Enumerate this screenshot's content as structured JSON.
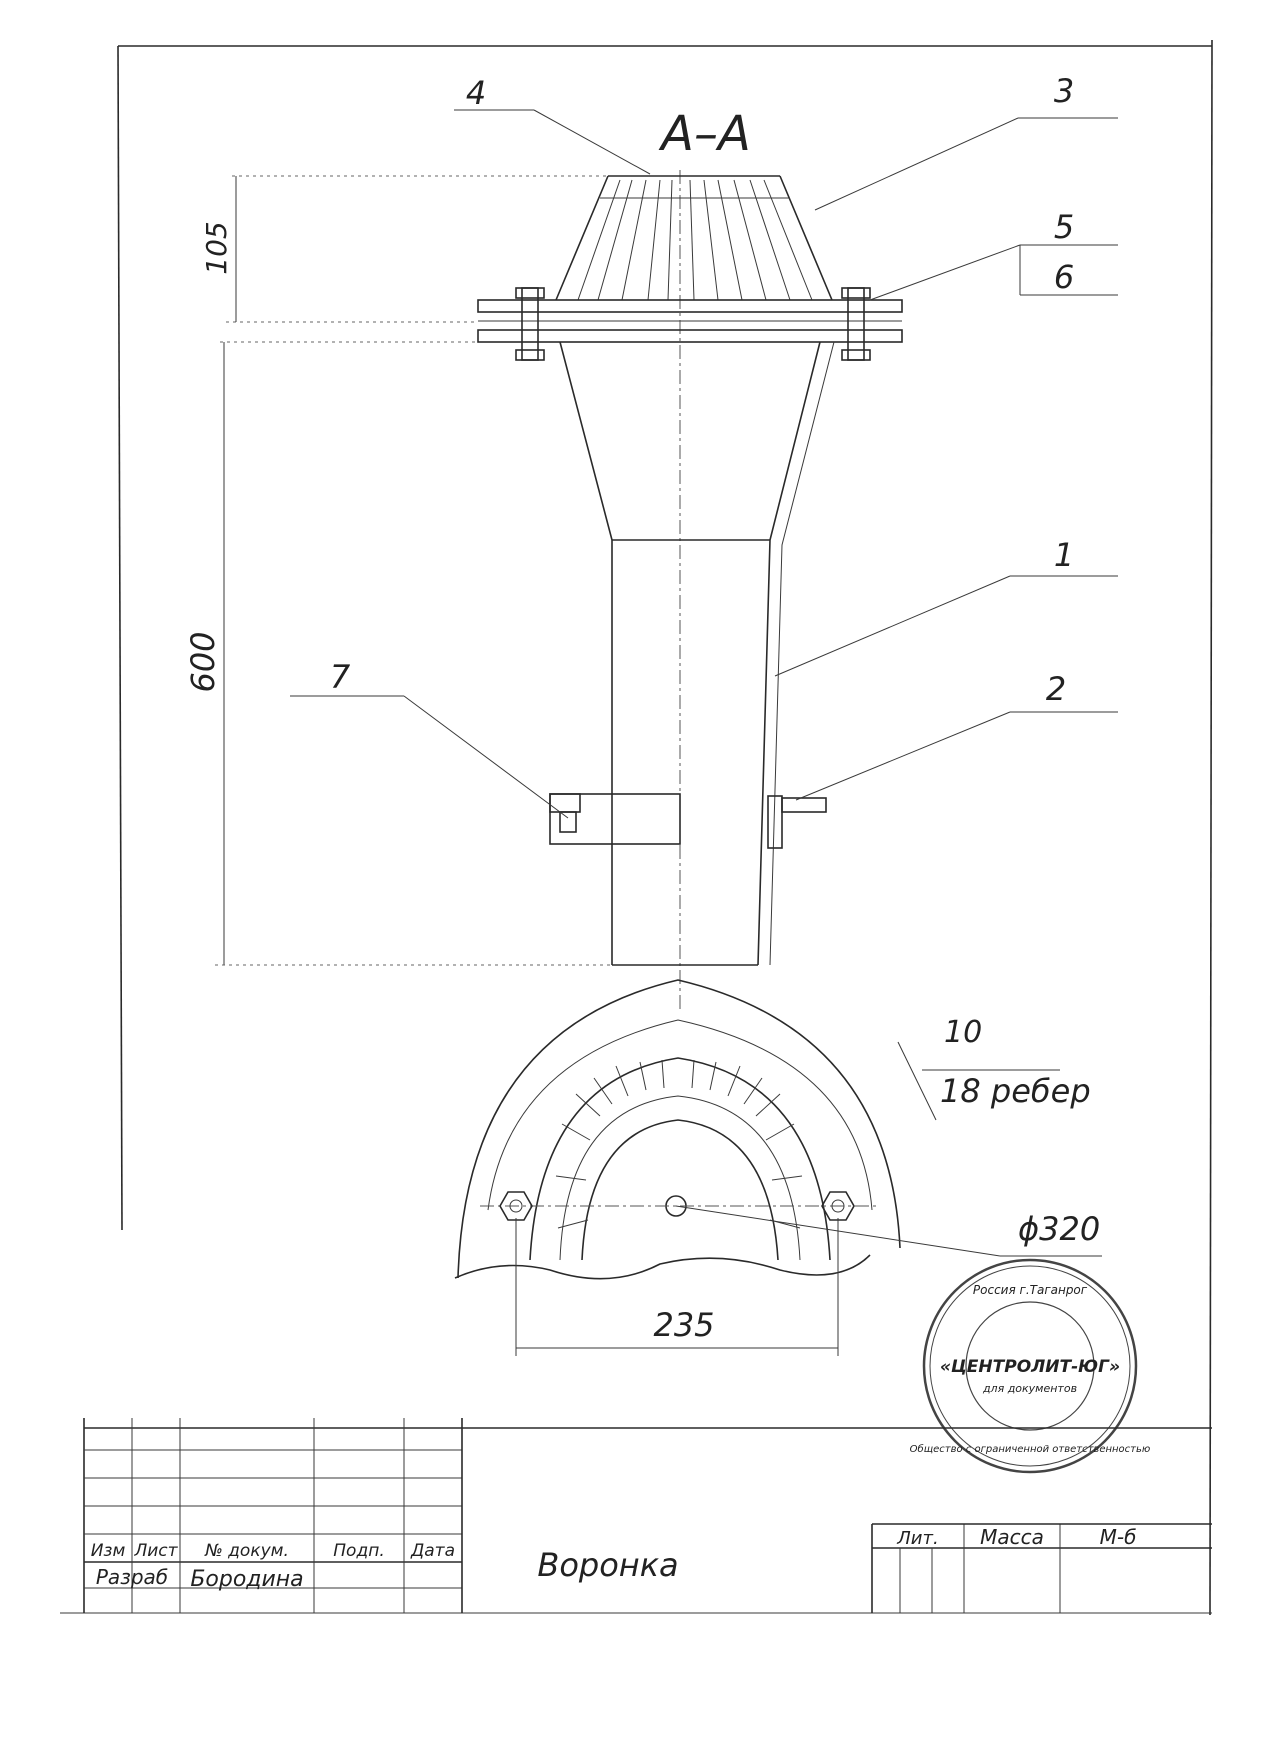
{
  "view_label": "А–А",
  "callouts": {
    "p1": "1",
    "p2": "2",
    "p3": "3",
    "p4": "4",
    "p5": "5",
    "p6": "6",
    "p7": "7"
  },
  "dimensions": {
    "top_height": "105",
    "total_height": "600",
    "rib_thickness": "10",
    "rib_count": "18 ребер",
    "diameter": "ϕ320",
    "bolt_spacing": "235"
  },
  "stamp": {
    "top_text": "Россия г.Таганрог",
    "center_text": "«ЦЕНТРОЛИТ-ЮГ»",
    "sub_text": "для документов",
    "bottom_text": "Общество с ограниченной ответственностью"
  },
  "title_block": {
    "headers": [
      "Изм",
      "Лист",
      "№ докум.",
      "Подп.",
      "Дата"
    ],
    "developer_role": "Разраб",
    "developer_name": "Бородина",
    "name": "Воронка",
    "col_lit": "Лит.",
    "col_mass": "Масса",
    "col_scale": "М-б"
  }
}
